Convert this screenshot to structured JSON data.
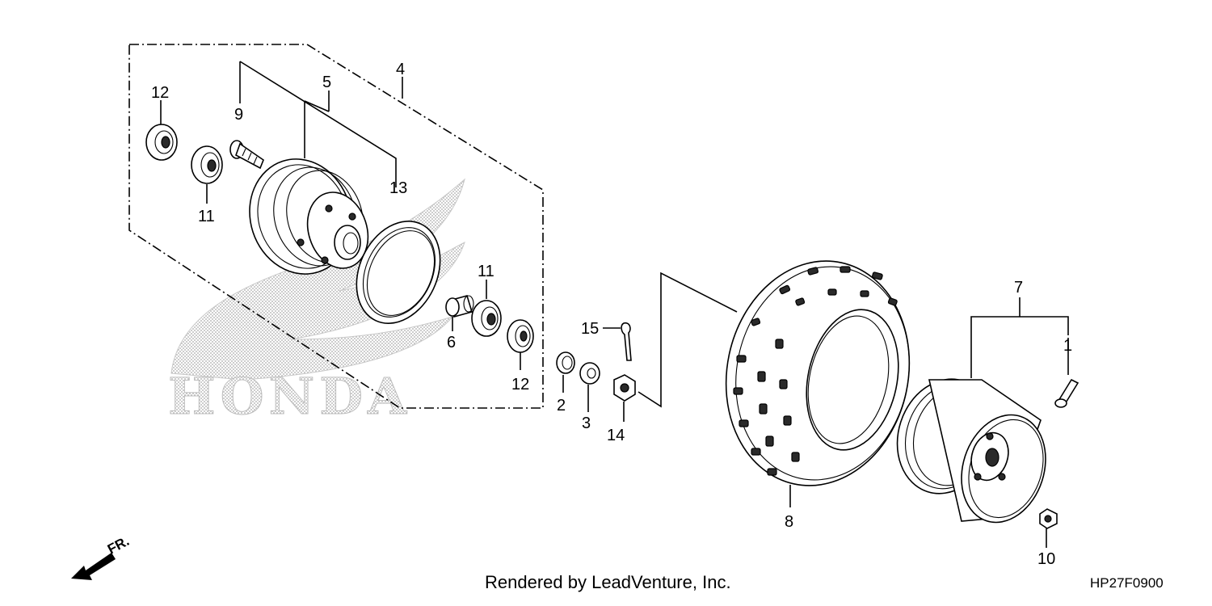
{
  "diagram": {
    "watermark": "HONDA",
    "front_marker": "FR.",
    "credit": "Rendered by LeadVenture, Inc.",
    "drawing_number": "HP27F0900",
    "callouts": {
      "p1": "1",
      "p2": "2",
      "p3": "3",
      "p4": "4",
      "p5": "5",
      "p6": "6",
      "p7": "7",
      "p8": "8",
      "p9": "9",
      "p10": "10",
      "p11a": "11",
      "p11b": "11",
      "p12a": "12",
      "p12b": "12",
      "p13": "13",
      "p14": "14",
      "p15": "15"
    }
  }
}
